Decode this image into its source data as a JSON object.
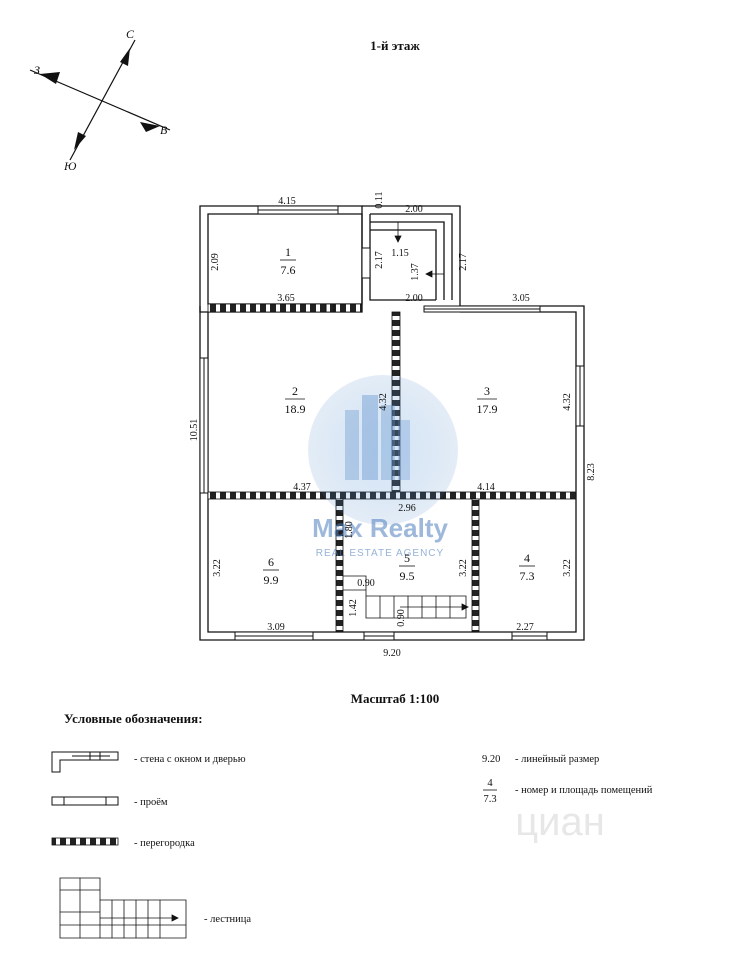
{
  "title": "1-й этаж",
  "compass": {
    "n": "С",
    "s": "Ю",
    "e": "В",
    "w": "З"
  },
  "rooms": [
    {
      "num": "1",
      "area": "7.6"
    },
    {
      "num": "2",
      "area": "18.9"
    },
    {
      "num": "3",
      "area": "17.9"
    },
    {
      "num": "4",
      "area": "7.3"
    },
    {
      "num": "5",
      "area": "9.5"
    },
    {
      "num": "6",
      "area": "9.9"
    }
  ],
  "dimensions": {
    "top_room1": "4.15",
    "porch_wall": "0.11",
    "porch_top": "2.00",
    "room1_height": "2.09",
    "porch_left": "2.17",
    "porch_inner": "1.15",
    "porch_step": "1.37",
    "porch_right": "2.17",
    "room1_bottom": "3.65",
    "porch_bottom": "2.00",
    "room3_top": "3.05",
    "total_height": "10.51",
    "partition_v": "4.32",
    "room3_right": "4.32",
    "right_total": "8.23",
    "room2_bottom": "4.37",
    "room3_bottom": "4.14",
    "stair_width": "2.96",
    "stair_height": "1.80",
    "room6_height": "3.22",
    "room4_left": "3.22",
    "room4_right": "3.22",
    "stair_step_w": "0.90",
    "stair_left": "1.42",
    "stair_step_h": "0.90",
    "room6_bottom": "3.09",
    "room4_bottom": "2.27",
    "total_width": "9.20"
  },
  "scale": "Масштаб 1:100",
  "legend": {
    "heading": "Условные обозначения:",
    "wall": "- стена с окном и дверью",
    "opening": "- проём",
    "partition": "- перегородка",
    "stairs": "- лестница",
    "dim_example": "9.20",
    "dim_text": "- линейный размер",
    "room_example_num": "4",
    "room_example_area": "7.3",
    "room_text": "- номер и площадь помещений"
  },
  "watermark": {
    "brand": "Max Realty",
    "sub": "REAL ESTATE AGENCY",
    "site": "циан"
  }
}
